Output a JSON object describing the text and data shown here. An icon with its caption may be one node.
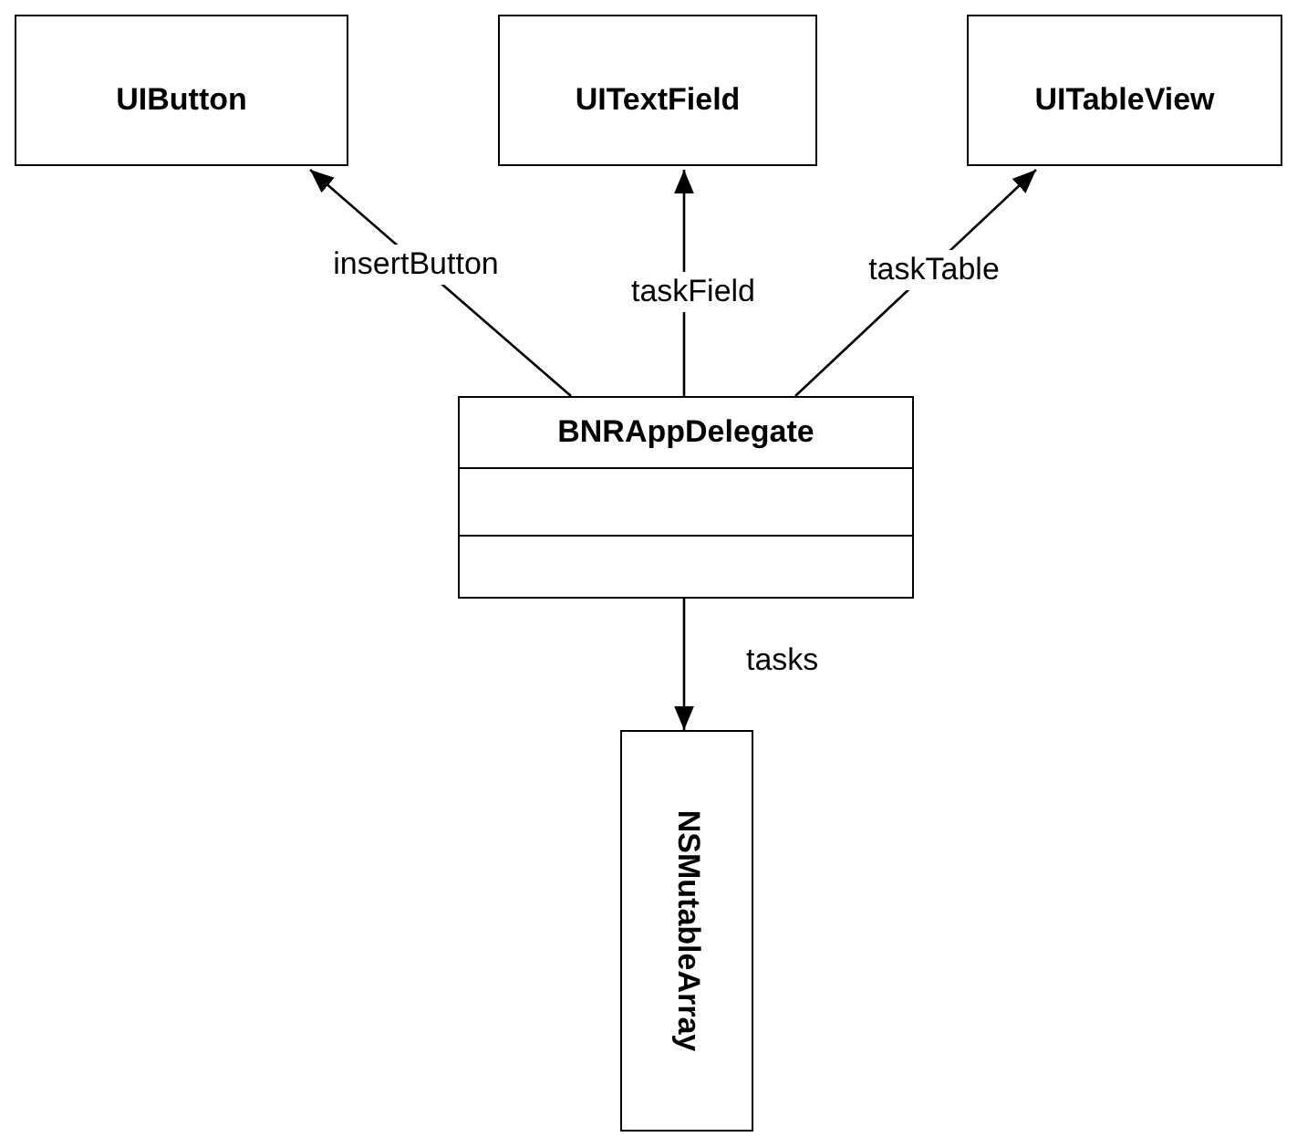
{
  "diagram": {
    "nodes": [
      {
        "text": [
          "UIButton"
        ]
      },
      {
        "text": [
          "UITextField"
        ]
      },
      {
        "text": [
          "UITableView"
        ]
      },
      {
        "text": [
          "BNRAppDelegate"
        ]
      },
      {
        "text": [
          "NSMutableArray"
        ]
      }
    ],
    "edges": [
      {
        "from": 3,
        "to": 0,
        "arrow": "to",
        "label": "insertButton"
      },
      {
        "from": 3,
        "to": 1,
        "arrow": "to",
        "label": "taskField"
      },
      {
        "from": 3,
        "to": 2,
        "arrow": "to",
        "label": "taskTable"
      },
      {
        "from": 3,
        "to": 4,
        "arrow": "to",
        "label": "tasks"
      }
    ]
  }
}
